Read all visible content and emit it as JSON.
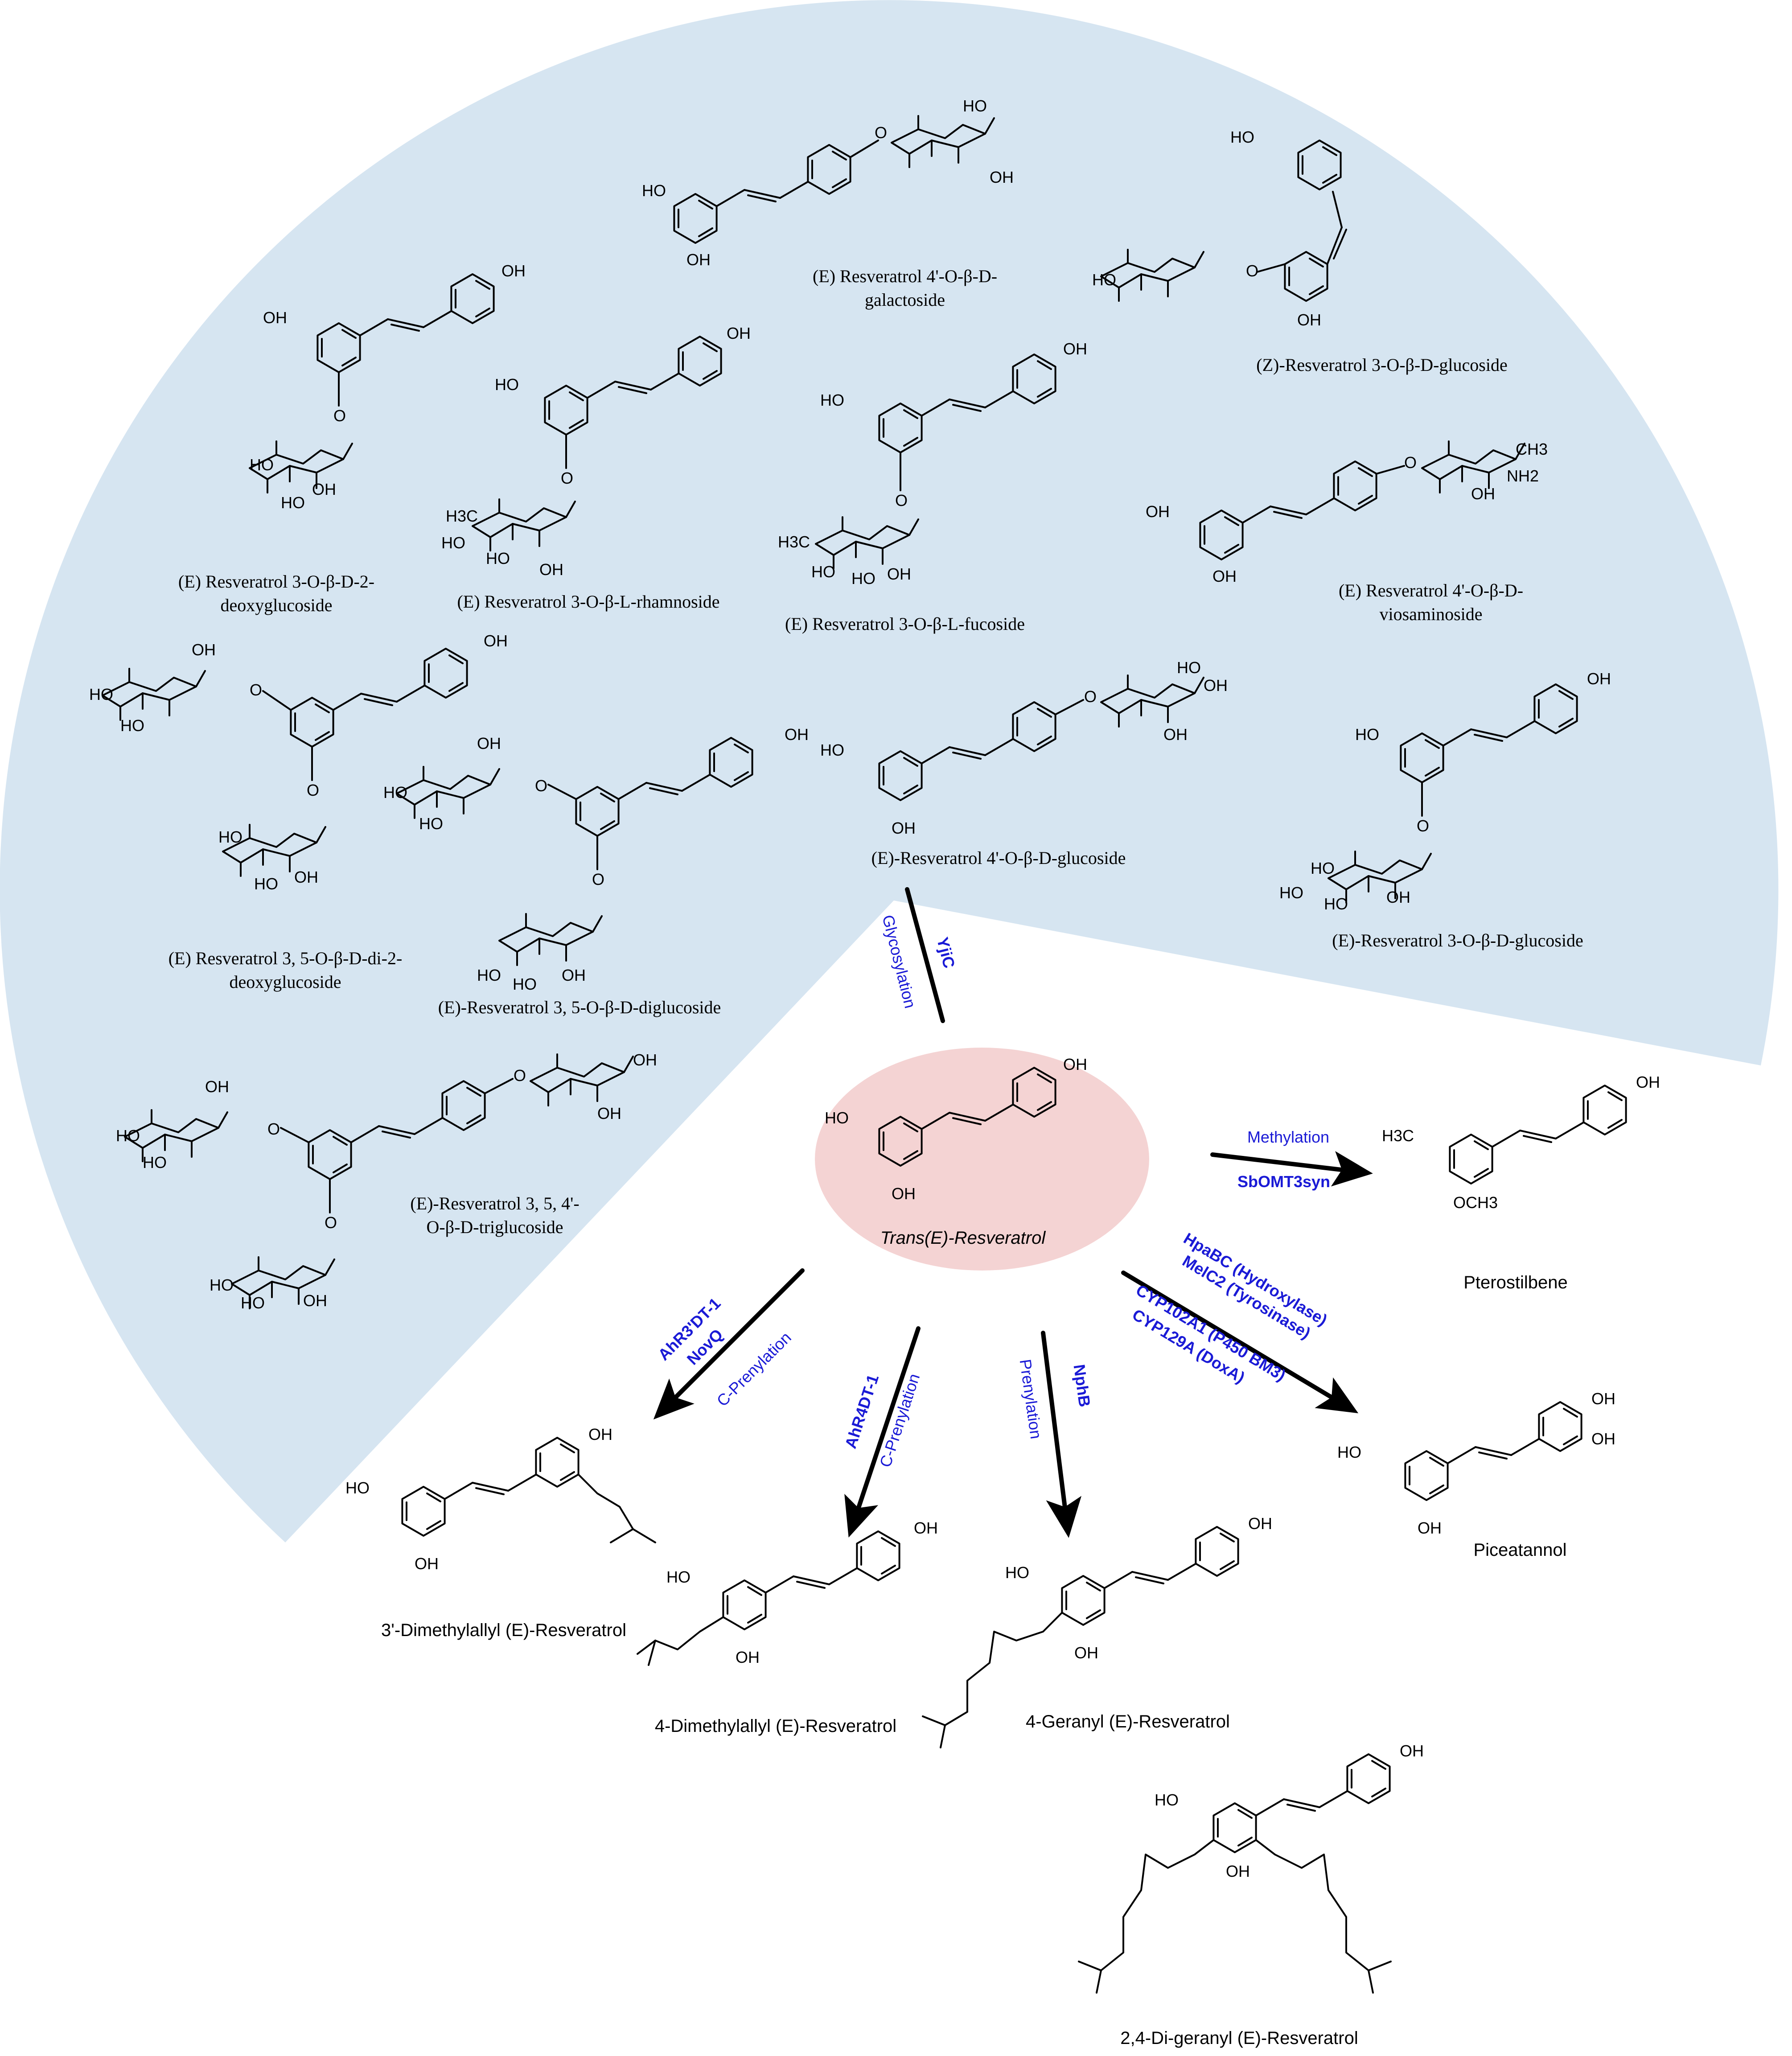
{
  "colors": {
    "sector": "#d6e5f1",
    "center": "#f4d3d3",
    "enzyme": "#1a1ad6",
    "arrow": "#000000"
  },
  "compounds": {
    "c1": {
      "l1": "(E) Resveratrol 4'-O-β-D-",
      "l2": "galactoside"
    },
    "c2": {
      "l1": "(Z)-Resveratrol 3-O-β-D-glucoside"
    },
    "c3": {
      "l1": "(E) Resveratrol 3-O-β-D-2-",
      "l2": "deoxyglucoside"
    },
    "c4": {
      "l1": "(E) Resveratrol 3-O-β-L-rhamnoside"
    },
    "c5": {
      "l1": "(E) Resveratrol 3-O-β-L-fucoside"
    },
    "c6": {
      "l1": "(E) Resveratrol 4'-O-β-D-",
      "l2": "viosaminoside"
    },
    "c7": {
      "l1": "(E) Resveratrol 3, 5-O-β-D-di-2-",
      "l2": "deoxyglucoside"
    },
    "c8": {
      "l1": "(E)-Resveratrol 3, 5-O-β-D-diglucoside"
    },
    "c9": {
      "l1": "(E)-Resveratrol 4'-O-β-D-glucoside"
    },
    "c10": {
      "l1": "(E)-Resveratrol 3-O-β-D-glucoside"
    },
    "c11": {
      "l1": "(E)-Resveratrol 3, 5, 4'-",
      "l2": "O-β-D-triglucoside"
    },
    "center": {
      "l1": "Trans(E)-Resveratrol"
    },
    "pterostilbene": {
      "l1": "Pterostilbene"
    },
    "piceatannol": {
      "l1": "Piceatannol"
    },
    "p3dma": {
      "l1": "3'-Dimethylallyl (E)-Resveratrol"
    },
    "p4dma": {
      "l1": "4-Dimethylallyl (E)-Resveratrol"
    },
    "p4ger": {
      "l1": "4-Geranyl (E)-Resveratrol"
    },
    "p24diger": {
      "l1": "2,4-Di-geranyl (E)-Resveratrol"
    }
  },
  "reactions": {
    "glyco": {
      "enzyme": "YjiC",
      "type": "Glycosylation"
    },
    "methyl": {
      "type": "Methylation",
      "enzyme": "SbOMT3syn"
    },
    "hydroxy": {
      "e1": "HpaBC (Hydroxylase)",
      "e2": "MelC2 (Tyrosinase)",
      "e3": "CYP102A1 (P450 BM3)",
      "e4": "CYP129A (DoxA)"
    },
    "prenyl3": {
      "e1": "AhR3'DT-1",
      "e2": "NovQ",
      "type": "C-Prenylation"
    },
    "prenyl4": {
      "enzyme": "AhR4DT-1",
      "type": "C-Prenylation"
    },
    "prenylNphB": {
      "enzyme": "NphB",
      "type": "Prenylation"
    }
  },
  "atoms": {
    "OH": "OH",
    "HO": "HO",
    "O": "O",
    "H3C": "H3C",
    "CH3": "CH3",
    "OCH3": "OCH3",
    "NH2": "NH2"
  }
}
